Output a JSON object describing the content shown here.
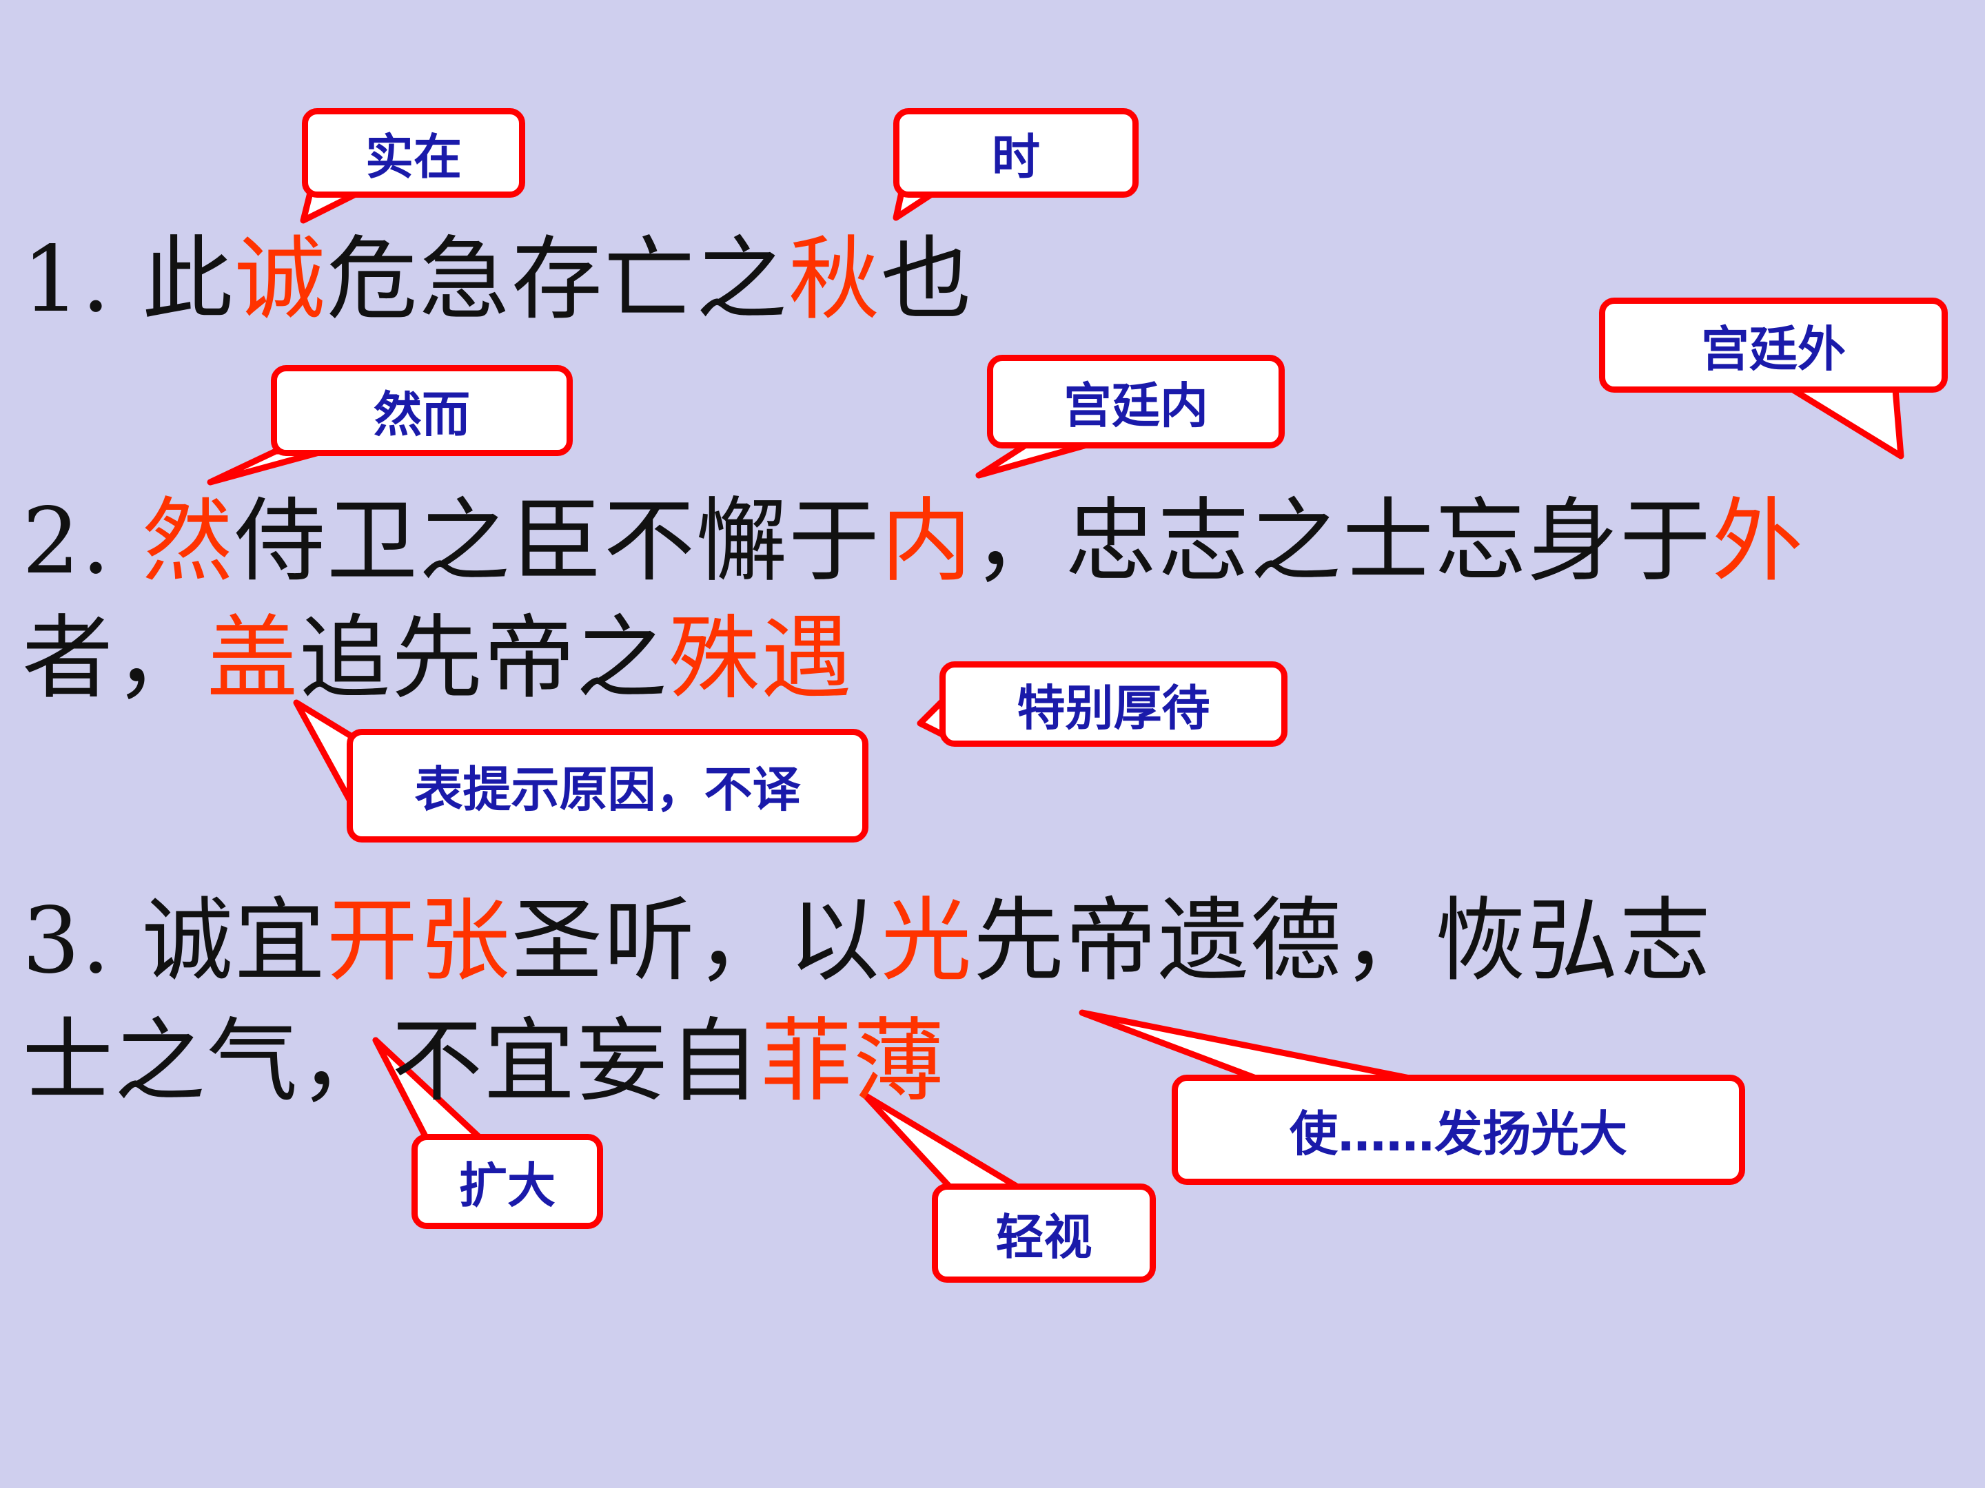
{
  "sentences": [
    {
      "id": "s1",
      "lines": [
        [
          {
            "t": "1. 此"
          },
          {
            "t": "诚",
            "hl": true
          },
          {
            "t": "危急存亡之"
          },
          {
            "t": "秋",
            "hl": true
          },
          {
            "t": "也"
          }
        ]
      ]
    },
    {
      "id": "s2",
      "lines": [
        [
          {
            "t": "2. "
          },
          {
            "t": "然",
            "hl": true
          },
          {
            "t": "侍卫之臣不懈于"
          },
          {
            "t": "内",
            "hl": true
          },
          {
            "t": "，忠志之士忘身于"
          },
          {
            "t": "外",
            "hl": true
          }
        ],
        [
          {
            "t": "者，"
          },
          {
            "t": "盖",
            "hl": true
          },
          {
            "t": "追先帝之"
          },
          {
            "t": "殊遇",
            "hl": true
          }
        ]
      ]
    },
    {
      "id": "s3",
      "lines": [
        [
          {
            "t": "3. 诚宜"
          },
          {
            "t": "开张",
            "hl": true
          },
          {
            "t": "圣听，以"
          },
          {
            "t": "光",
            "hl": true
          },
          {
            "t": "先帝遗德，恢弘志"
          }
        ],
        [
          {
            "t": "士之气，不宜妄自"
          },
          {
            "t": "菲薄",
            "hl": true
          }
        ]
      ]
    }
  ],
  "callouts": [
    {
      "id": "shizai",
      "text": "实在"
    },
    {
      "id": "shi",
      "text": "时"
    },
    {
      "id": "gongtingwai",
      "text": "宫廷外"
    },
    {
      "id": "raner",
      "text": "然而"
    },
    {
      "id": "gongtingnei",
      "text": "宫廷内"
    },
    {
      "id": "tebiehoudai",
      "text": "特别厚待"
    },
    {
      "id": "biaotishi",
      "text": "表提示原因，不译"
    },
    {
      "id": "kuoda",
      "text": "扩大"
    },
    {
      "id": "qingshi",
      "text": "轻视"
    },
    {
      "id": "shifayang",
      "text": "使……发扬光大"
    }
  ],
  "colors": {
    "background": "#cfcfee",
    "body_text": "#111111",
    "highlight": "#ff3300",
    "callout_border": "#ff0000",
    "callout_text": "#1a1aaa",
    "callout_fill": "#ffffff"
  }
}
